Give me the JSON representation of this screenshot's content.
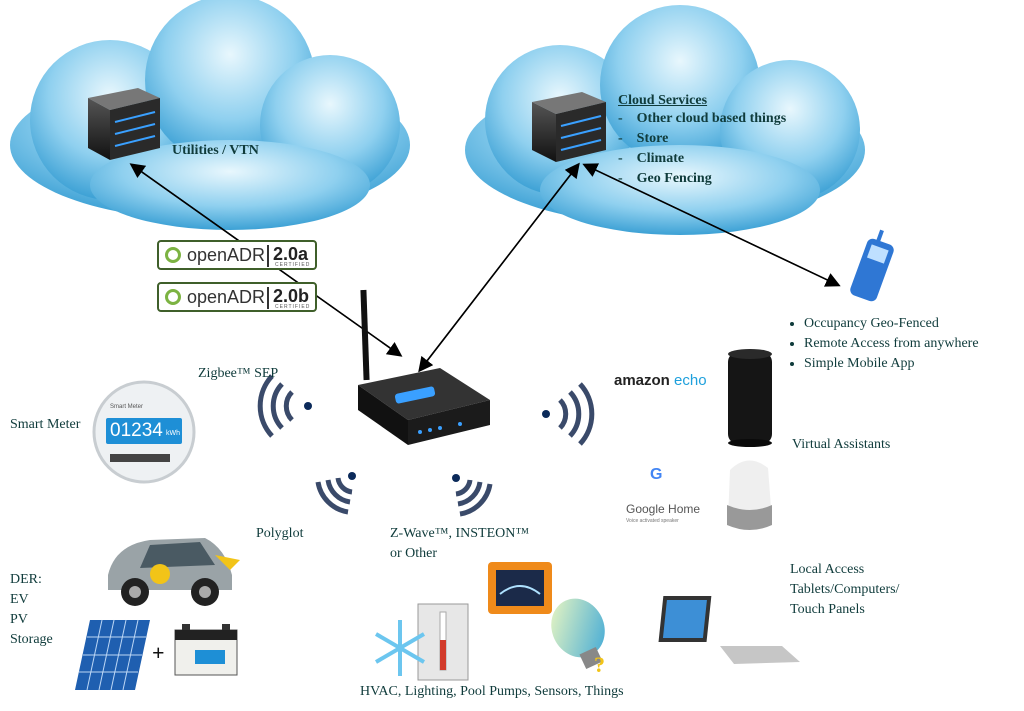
{
  "clouds": {
    "utilities_label": "Utilities / VTN",
    "cloud_services": {
      "title": "Cloud Services",
      "items": [
        "Other cloud based things",
        "Store",
        "Climate",
        "Geo Fencing"
      ]
    }
  },
  "badges": [
    {
      "brand": "openADR",
      "version": "2.0a",
      "cert": "CERTIFIED"
    },
    {
      "brand": "openADR",
      "version": "2.0b",
      "cert": "CERTIFIED"
    }
  ],
  "protocols": {
    "zigbee": "Zigbee™ SEP",
    "polyglot": "Polyglot",
    "zwave_line1": "Z-Wave™, INSTEON™",
    "zwave_line2": "or Other"
  },
  "devices": {
    "smart_meter": "Smart Meter",
    "meter_reading": "01234",
    "meter_unit": "kWh",
    "meter_header": "Smart Meter",
    "der_lines": [
      "DER:",
      "EV",
      "PV",
      "Storage"
    ],
    "things": "HVAC, Lighting, Pool Pumps, Sensors, Things"
  },
  "mobile": {
    "features": [
      "Occupancy Geo-Fenced",
      "Remote Access from anywhere",
      "Simple Mobile App"
    ]
  },
  "assistants": {
    "amazon_brand": "amazon",
    "amazon_product": "echo",
    "label": "Virtual Assistants",
    "google_g": "G",
    "google_home": "Google Home",
    "google_sub": "Voice activated speaker"
  },
  "local_access": [
    "Local Access",
    "Tablets/Computers/",
    "Touch Panels"
  ],
  "colors": {
    "cloud_light": "#bfe6f7",
    "cloud_dark": "#2f9fd6",
    "accent_green": "#7cb342",
    "text": "#0f3b3b"
  }
}
